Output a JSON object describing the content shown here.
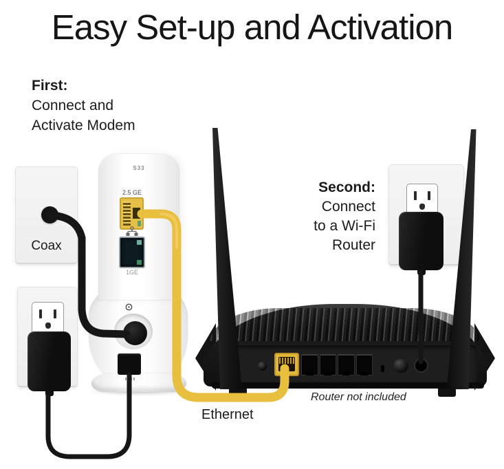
{
  "title": "Easy Set-up and Activation",
  "steps": {
    "first": {
      "heading": "First:",
      "line1": "Connect and",
      "line2": "Activate Modem"
    },
    "second": {
      "heading": "Second:",
      "line1": "Connect",
      "line2": "to a Wi-Fi",
      "line3": "Router"
    }
  },
  "modem": {
    "model_label": "S33",
    "port_top_label": "2.5 GE",
    "port_bottom_label": "1GE"
  },
  "annotations": {
    "coax_label": "Coax",
    "ethernet_label": "Ethernet",
    "router_note": "Router not included"
  },
  "colors": {
    "ethernet_cable_yellow": "#e9bf3f",
    "ethernet_port_yellow": "#e6c046",
    "cable_black": "#161616",
    "router_body_black": "#1a1a1a",
    "modem_body_white": "#fbfbfb",
    "wall_plate_gray": "#f2f2f2",
    "text_black": "#1b1b1b"
  }
}
